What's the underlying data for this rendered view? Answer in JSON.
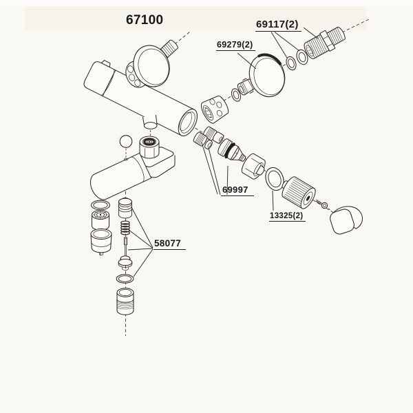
{
  "page": {
    "description": "Scanned exploded-parts line diagram of a thermostatic bath/shower mixer tap",
    "background_color": "#faf8f3",
    "line_color": "#2d2a26",
    "text_color": "#181818"
  },
  "labels": [
    {
      "id": "model-number",
      "text": "67100",
      "points_to": "complete mixer assembly",
      "underlined": false
    },
    {
      "id": "wall-union-kit",
      "text": "69117(2)",
      "points_to": "eccentric wall union and two washers",
      "underlined": true
    },
    {
      "id": "escutcheon",
      "text": "69279(2)",
      "points_to": "wall escutcheon flange",
      "underlined": true
    },
    {
      "id": "cartridge-seals",
      "text": "69997",
      "points_to": "check-valve nuts, filter ring and cartridge seal",
      "underlined": true
    },
    {
      "id": "handle-trim-ring",
      "text": "13325(2)",
      "points_to": "handle trim ring",
      "underlined": true
    },
    {
      "id": "diverter-kit",
      "text": "58077",
      "points_to": "diverter cartridge, spring, rod and o-ring",
      "underlined": true
    }
  ],
  "parts_depicted": [
    "valve body",
    "wall escutcheon flanges",
    "eccentric wall unions",
    "coupling nut",
    "washers",
    "thermostatic cartridge",
    "cap nut",
    "trim ring",
    "knurled handle adapter",
    "handle screw",
    "handle cap",
    "spout with mounting platform",
    "swivel nut with bearing",
    "diverter knob ball",
    "aerator o-ring",
    "aerator insert",
    "aerator shell",
    "diverter cartridge",
    "spring",
    "rod",
    "nut",
    "o-ring",
    "outlet fitting"
  ]
}
